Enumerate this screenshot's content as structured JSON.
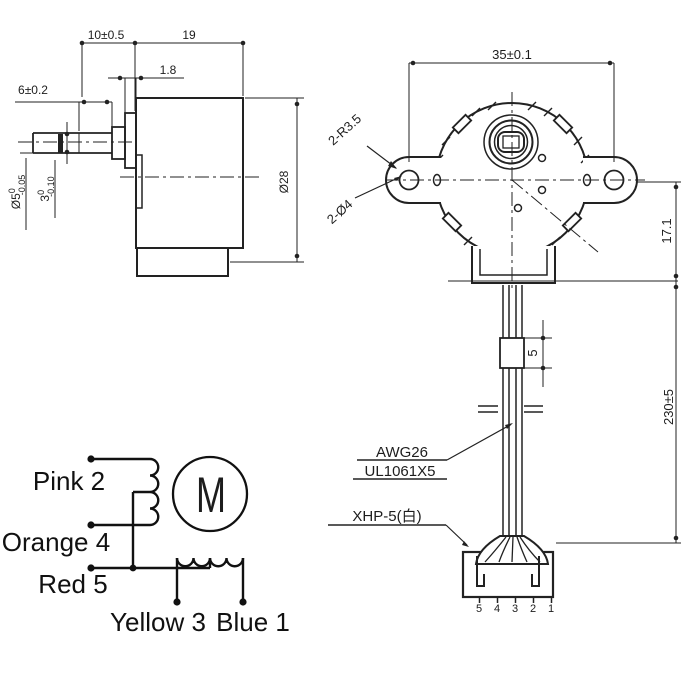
{
  "side_view": {
    "dim_shaft_protrusion": "10±0.5",
    "dim_body_length": "19",
    "dim_flange_thickness": "1.8",
    "dim_flat_length": "6±0.2",
    "dim_body_diameter": "Ø28",
    "shaft_diameter": {
      "main": "Ø5",
      "sup": "0",
      "sub": "-0.05"
    },
    "shaft_flat": {
      "main": "3",
      "sup": "0",
      "sub": "-0.10"
    }
  },
  "front_view": {
    "dim_mount_hole_spacing": "35±0.1",
    "label_ear_radius": "2-R3.5",
    "label_mount_holes": "2-Ø4",
    "dim_center_to_base": "17.1",
    "dim_tape_width": "5",
    "dim_cable_length": "230±5",
    "label_wire_gauge": "AWG26",
    "label_wire_spec": "UL1061X5",
    "label_connector": "XHP-5(白)",
    "pin_numbers": [
      "5",
      "4",
      "3",
      "2",
      "1"
    ]
  },
  "schematic": {
    "motor_symbol": "M",
    "lead_pink": "Pink 2",
    "lead_orange": "Orange 4",
    "lead_red": "Red 5",
    "lead_yellow": "Yellow 3",
    "lead_blue": "Blue 1"
  },
  "colors": {
    "line": "#222222",
    "schematic_line": "#111111",
    "background": "#ffffff"
  }
}
